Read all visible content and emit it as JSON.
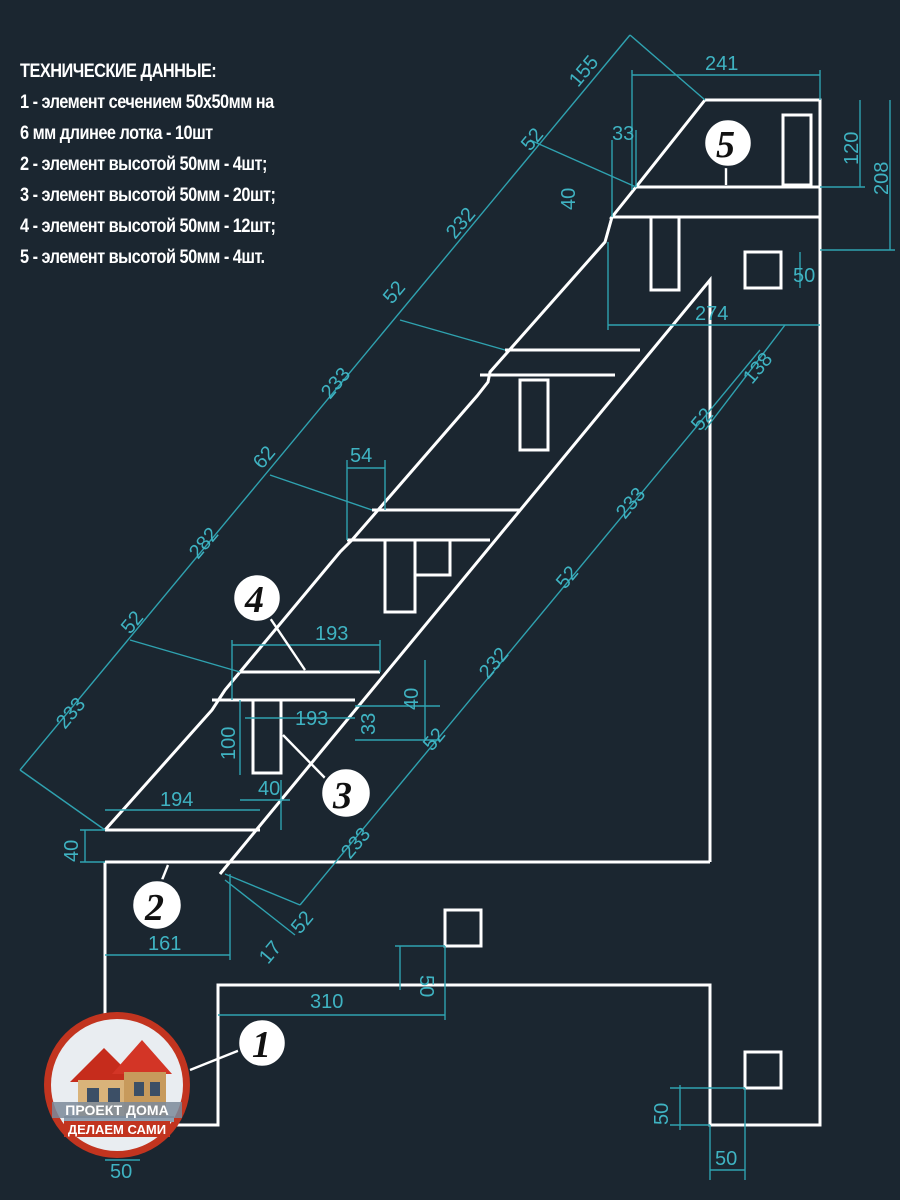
{
  "notes": {
    "title": "ТЕХНИЧЕСКИЕ ДАННЫЕ:",
    "line1": "1 - элемент сечением 50х50мм на",
    "line2": "6 мм длинее лотка - 10шт",
    "line3": "2 - элемент высотой 50мм - 4шт;",
    "line4": "3 - элемент высотой 50мм - 20шт;",
    "line5": "4 - элемент высотой 50мм - 12шт;",
    "line6": "5 - элемент высотой 50мм - 4шт."
  },
  "dimensions": {
    "d155": "155",
    "d241": "241",
    "d52a": "52",
    "d33": "33",
    "d120": "120",
    "d208": "208",
    "d40a": "40",
    "d232a": "232",
    "d50a": "50",
    "d52b": "52",
    "d274": "274",
    "d138": "138",
    "d233a": "233",
    "d52c": "52",
    "d233b": "233",
    "d62": "62",
    "d54": "54",
    "d282": "282",
    "d52d": "52",
    "d193a": "193",
    "d232b": "232",
    "d52e": "52",
    "d40b": "40",
    "d33b": "33",
    "d193b": "193",
    "d52f": "52",
    "d233c": "233",
    "d100": "100",
    "d40c": "40",
    "d194": "194",
    "d40d": "40",
    "d233d": "233",
    "d52g": "52",
    "d161": "161",
    "d17": "17",
    "d50b": "50",
    "d310": "310",
    "d50c": "50",
    "d50d": "50",
    "d50e": "50"
  },
  "balloons": {
    "b1": "1",
    "b2": "2",
    "b3": "3",
    "b4": "4",
    "b5": "5"
  },
  "logo": {
    "line1": "ПРОЕКТ ДОМА",
    "line2": "ДЕЛАЕМ САМИ",
    "icon": "house-icon"
  }
}
